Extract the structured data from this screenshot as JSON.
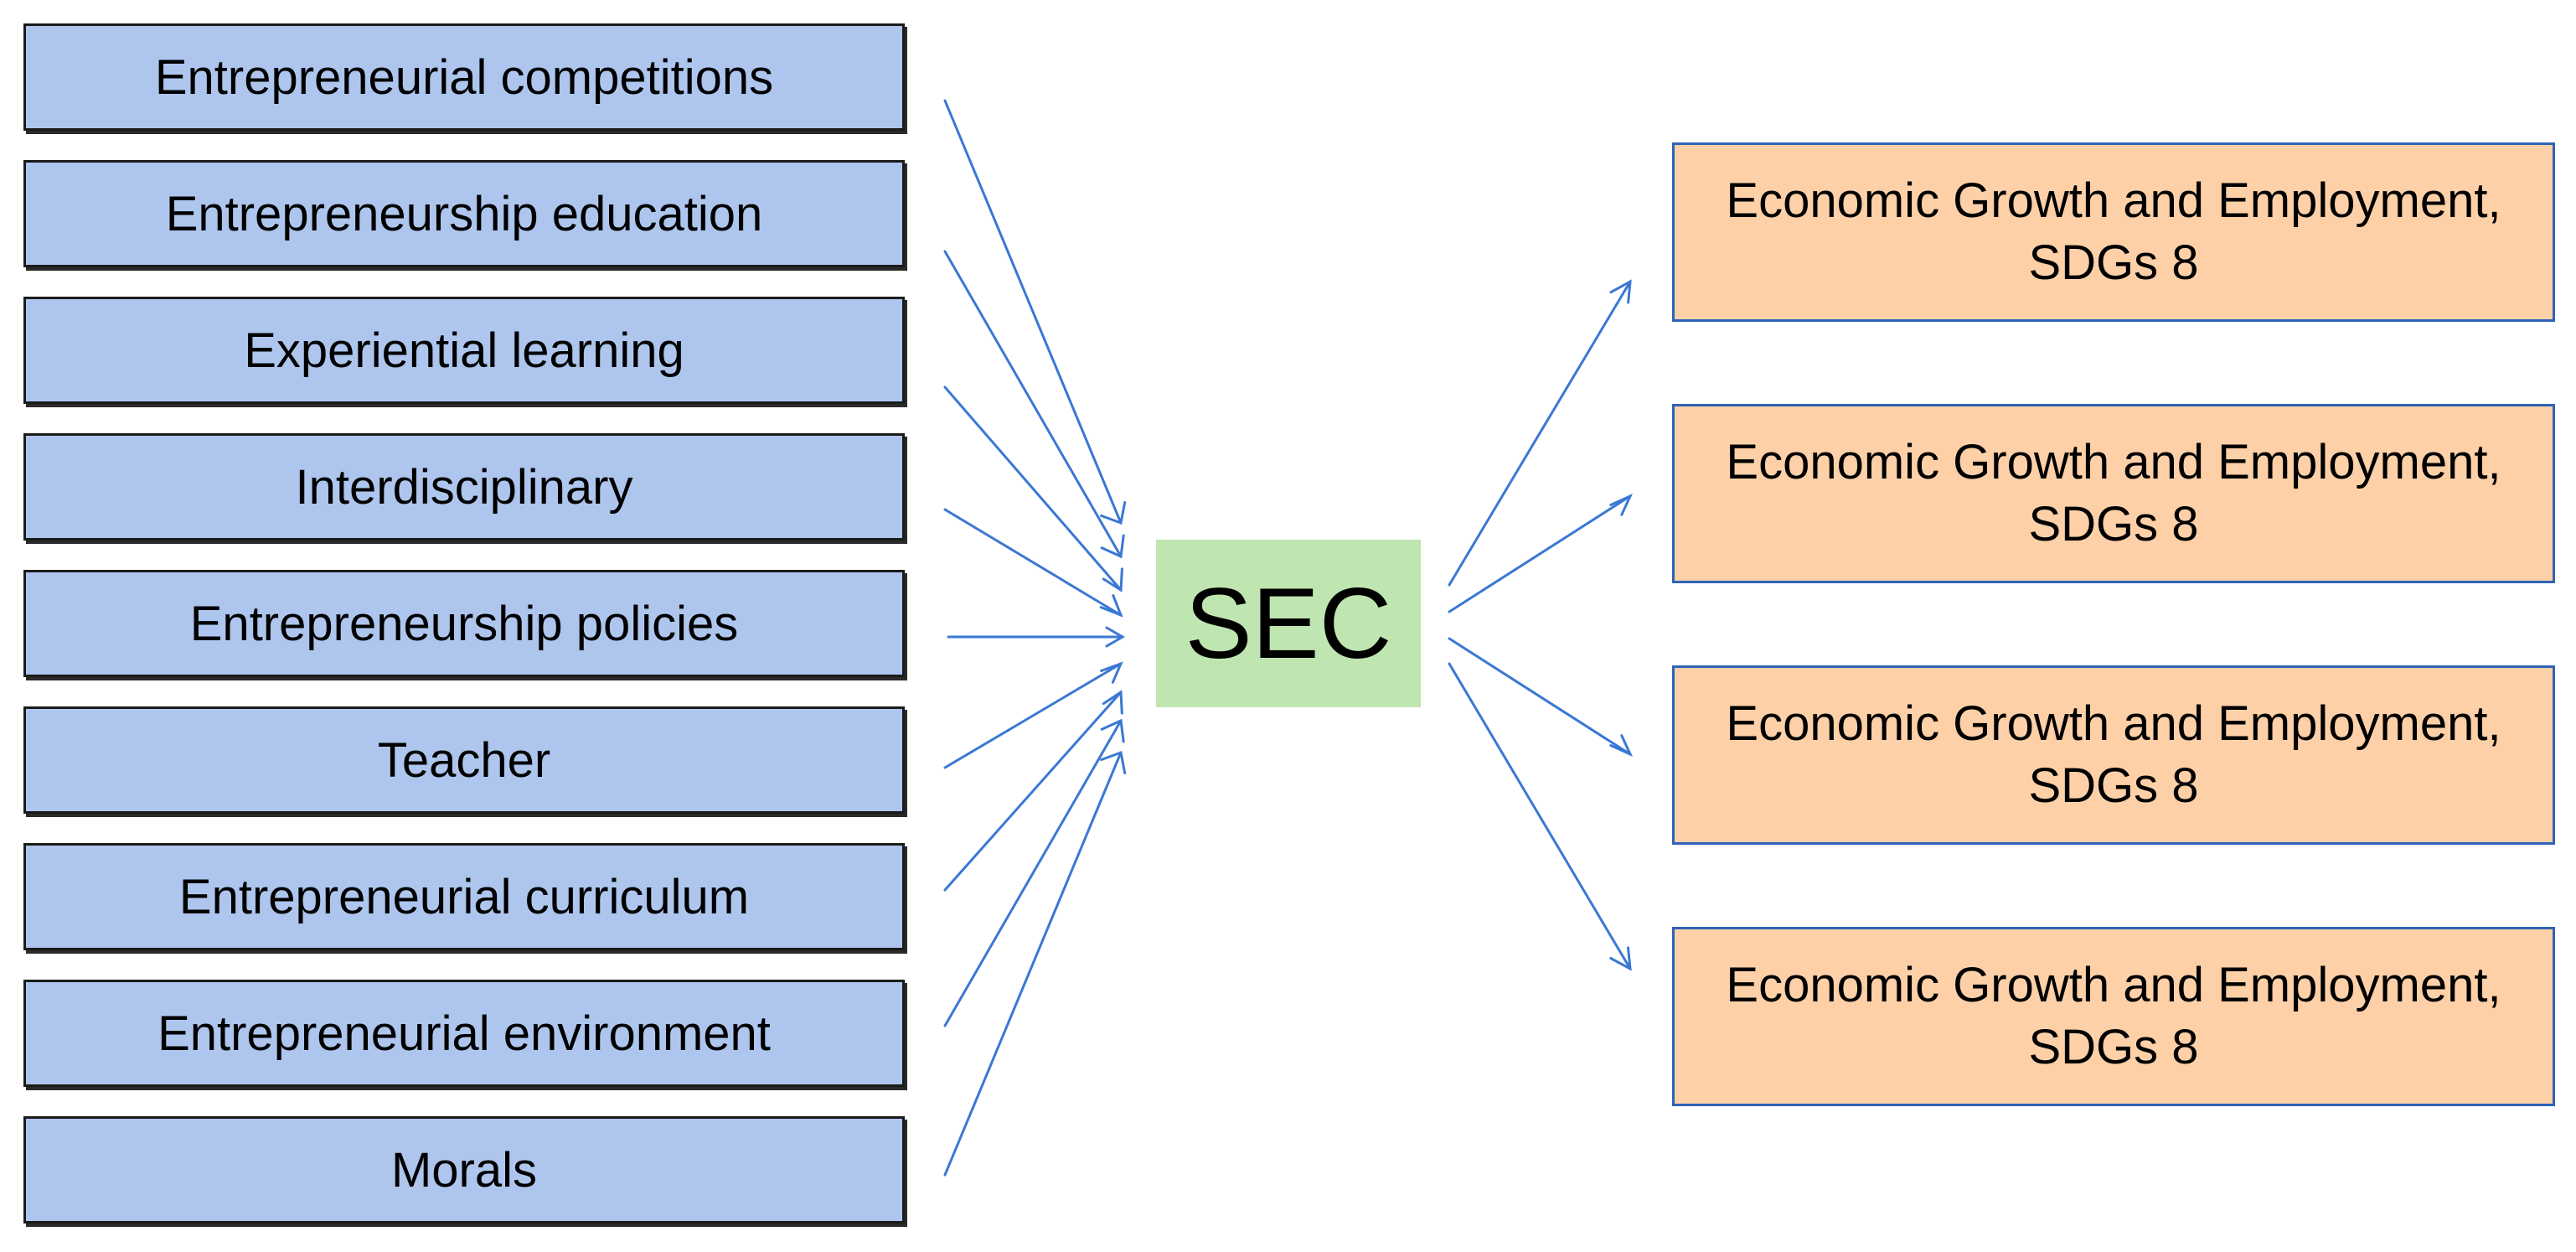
{
  "inputs": [
    {
      "label": "Entrepreneurial competitions"
    },
    {
      "label": "Entrepreneurship education"
    },
    {
      "label": "Experiential learning"
    },
    {
      "label": "Interdisciplinary"
    },
    {
      "label": "Entrepreneurship policies"
    },
    {
      "label": "Teacher"
    },
    {
      "label": "Entrepreneurial curriculum"
    },
    {
      "label": "Entrepreneurial environment"
    },
    {
      "label": "Morals"
    }
  ],
  "hub": {
    "label": "SEC"
  },
  "outputs": [
    {
      "line1": "Economic Growth and Employment,",
      "line2": "SDGs 8"
    },
    {
      "line1": "Economic Growth and Employment,",
      "line2": "SDGs 8"
    },
    {
      "line1": "Economic Growth and Employment,",
      "line2": "SDGs 8"
    },
    {
      "line1": "Economic Growth and Employment,",
      "line2": "SDGs 8"
    }
  ],
  "colors": {
    "input_fill": "#aec6ee",
    "hub_fill": "#bfe5b0",
    "output_fill": "#fdd0a8",
    "output_border": "#2e63b8",
    "arrow": "#3a78d4"
  }
}
